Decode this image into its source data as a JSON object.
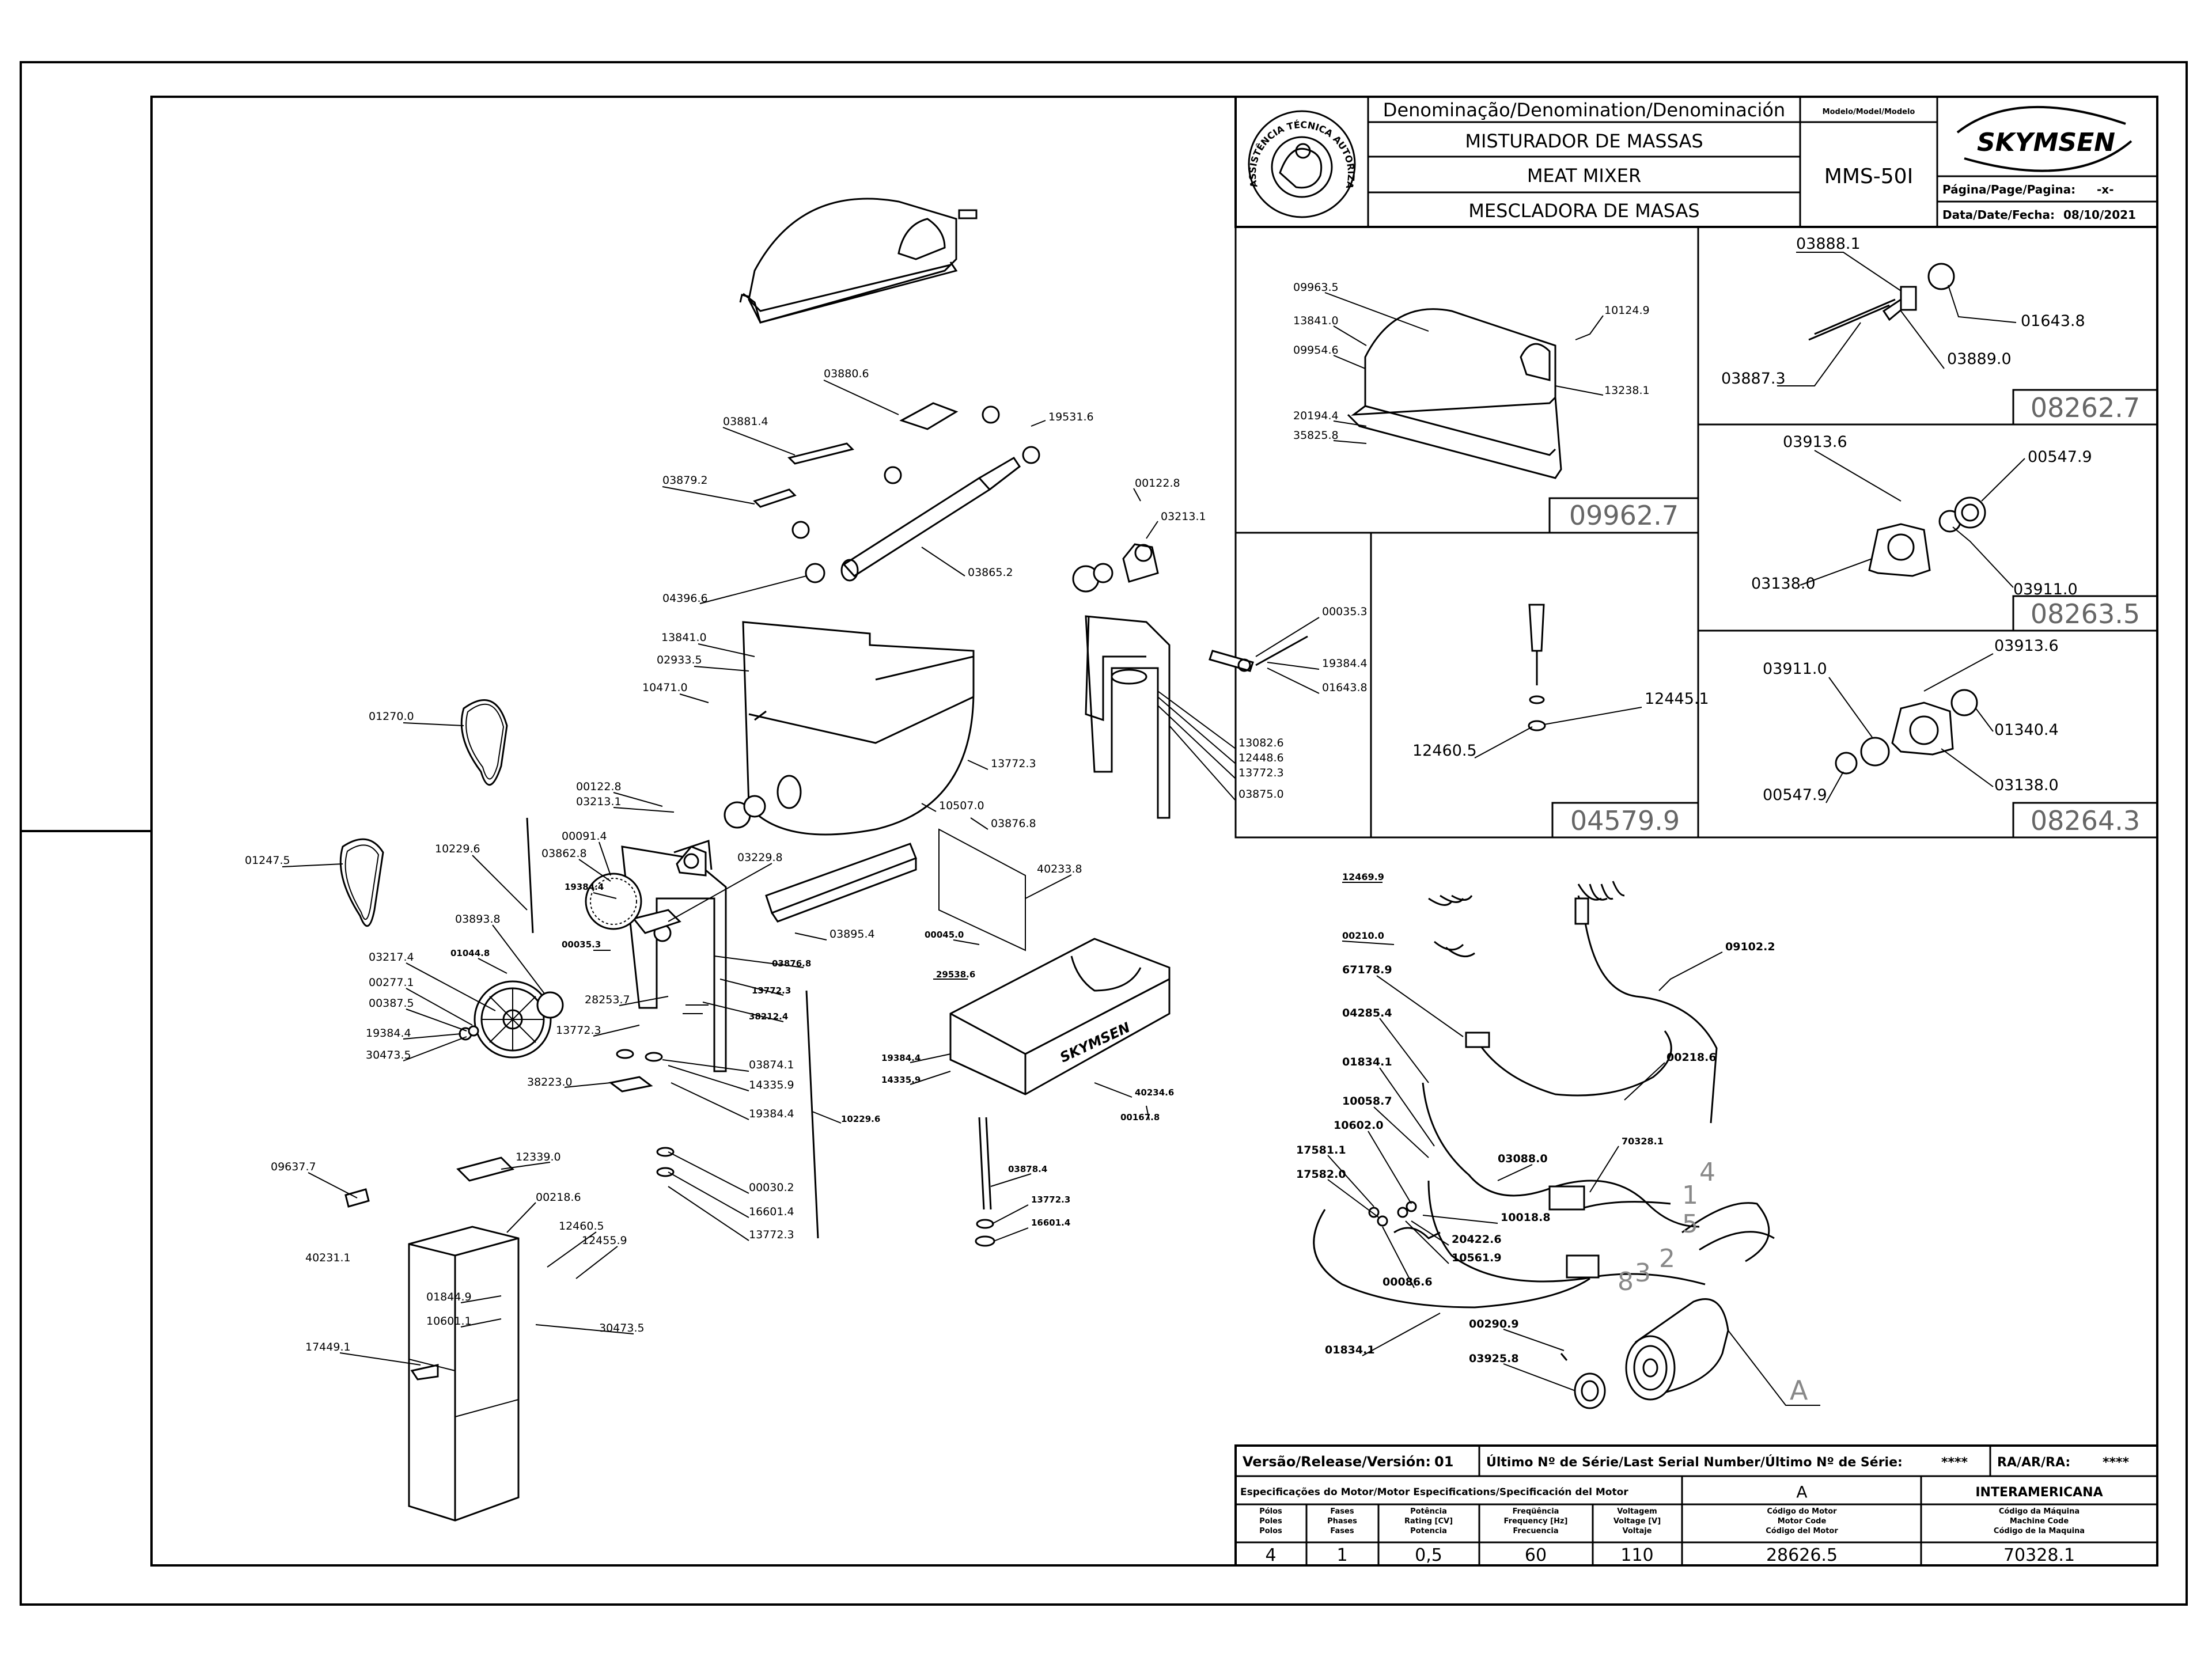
{
  "title_block": {
    "denomination_header": "Denominação/Denomination/Denominación",
    "model_header": "Modelo/Model/Modelo",
    "name_pt": "MISTURADOR DE MASSAS",
    "name_en": "MEAT MIXER",
    "name_es": "MESCLADORA DE MASAS",
    "model": "MMS-50I",
    "brand": "SKYMSEN",
    "page_label": "Página/Page/Pagina:",
    "page_value": "-x-",
    "date_label": "Data/Date/Fecha:",
    "date_value": "08/10/2021",
    "seal_text": "ASSISTÊNCIA TÉCNICA AUTORIZADA"
  },
  "insets": [
    {
      "id": "09962.7",
      "labels": [
        "09963.5",
        "13841.0",
        "09954.6",
        "20194.4",
        "35825.8",
        "10124.9",
        "13238.1"
      ]
    },
    {
      "id": "08262.7",
      "labels": [
        "03888.1",
        "01643.8",
        "03889.0",
        "03887.3"
      ]
    },
    {
      "id": "08263.5",
      "labels": [
        "03913.6",
        "00547.9",
        "03138.0",
        "03911.0"
      ]
    },
    {
      "id": "04579.9",
      "labels": [
        "12445.1",
        "12460.5"
      ]
    },
    {
      "id": "08264.3",
      "labels": [
        "03911.0",
        "03913.6",
        "01340.4",
        "00547.9",
        "03138.0"
      ]
    }
  ],
  "part_labels": [
    "03880.6",
    "03881.4",
    "19531.6",
    "03879.2",
    "03865.2",
    "04396.6",
    "00122.8",
    "03213.1",
    "13841.0",
    "02933.5",
    "10471.0",
    "00035.3",
    "19384.4",
    "01643.8",
    "01270.0",
    "13082.6",
    "12448.6",
    "13772.3",
    "03875.0",
    "00122.8",
    "03213.1",
    "13772.3",
    "10507.0",
    "03876.8",
    "00091.4",
    "03862.8",
    "03229.8",
    "40233.8",
    "10229.6",
    "01247.5",
    "19384.4",
    "00035.3",
    "03893.8",
    "03895.4",
    "00045.0",
    "01044.8",
    "03217.4",
    "00277.1",
    "00387.5",
    "19384.4",
    "30473.5",
    "28253.7",
    "13772.3",
    "03876.8",
    "13772.3",
    "38212.4",
    "29538.6",
    "38223.0",
    "03874.1",
    "14335.9",
    "19384.4",
    "19384.4",
    "14335.9",
    "40234.6",
    "00167.8",
    "10229.6",
    "12339.0",
    "09637.7",
    "00030.2",
    "16601.4",
    "13772.3",
    "03878.4",
    "13772.3",
    "16601.4",
    "00218.6",
    "40231.1",
    "12460.5",
    "12455.9",
    "01844.9",
    "10601.1",
    "30473.5",
    "17449.1"
  ],
  "electrical_labels": [
    "12469.9",
    "00210.0",
    "67178.9",
    "04285.4",
    "09102.2",
    "01834.1",
    "00218.6",
    "10058.7",
    "10602.0",
    "70328.1",
    "03088.0",
    "17581.1",
    "17582.0",
    "10018.8",
    "20422.6",
    "10561.9",
    "00086.6",
    "00290.9",
    "01834.1",
    "03925.8"
  ],
  "wire_numbers": [
    "4",
    "1",
    "5",
    "2",
    "8",
    "3"
  ],
  "motor_letter": "A",
  "bottom_block": {
    "release_label": "Versão/Release/Versión:",
    "release_value": "01",
    "serial_label": "Último Nº de Série/Last Serial Number/Último Nº de Série:",
    "serial_value": "****",
    "ra_label": "RA/AR/RA:",
    "ra_value": "****",
    "motor_spec_label": "Especificações do Motor/Motor Especifications/Specificación del Motor",
    "motor_letter": "A",
    "distributor": "INTERAMERICANA",
    "columns": [
      [
        "Pólos",
        "Poles",
        "Polos"
      ],
      [
        "Fases",
        "Phases",
        "Fases"
      ],
      [
        "Potência",
        "Rating [CV]",
        "Potencia"
      ],
      [
        "Freqüência",
        "Frequency [Hz]",
        "Frecuencia"
      ],
      [
        "Voltagem",
        "Voltage [V]",
        "Voltaje"
      ],
      [
        "Código do Motor",
        "Motor Code",
        "Código del Motor"
      ],
      [
        "Código da Máquina",
        "Machine Code",
        "Código de la Maquina"
      ]
    ],
    "values": [
      "4",
      "1",
      "0,5",
      "60",
      "110",
      "28626.5",
      "70328.1"
    ]
  },
  "colors": {
    "lines": "#000000",
    "inset_id": "#666666",
    "background": "#ffffff"
  }
}
